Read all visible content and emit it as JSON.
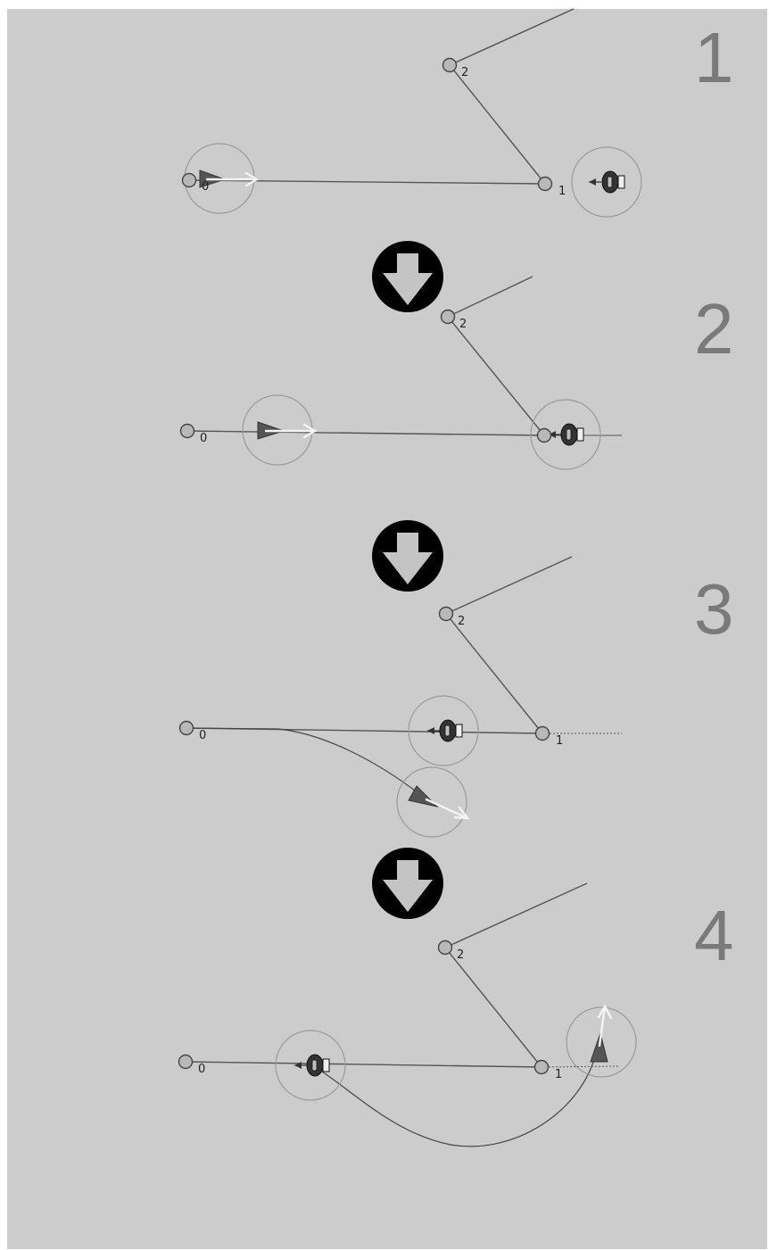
{
  "steps": [
    {
      "number": "1",
      "node_labels": [
        "0",
        "1",
        "2"
      ]
    },
    {
      "number": "2",
      "node_labels": [
        "0",
        "",
        "2"
      ]
    },
    {
      "number": "3",
      "node_labels": [
        "0",
        "1",
        "2"
      ]
    },
    {
      "number": "4",
      "node_labels": [
        "0",
        "1",
        "2"
      ]
    }
  ],
  "icons": {
    "transition": "down-arrow-icon",
    "vehicle": "robot-icon",
    "target": "cone-marker-icon",
    "heading": "heading-arrow-icon"
  },
  "colors": {
    "background": "#cccccc",
    "edge": "#555555",
    "node_fill": "#b8b8b8",
    "step_number": "#7a7a7a",
    "transition_arrow_circle": "#000000",
    "transition_arrow_fill": "#c4c4c4",
    "heading_arrow": "#f4f4f4"
  }
}
